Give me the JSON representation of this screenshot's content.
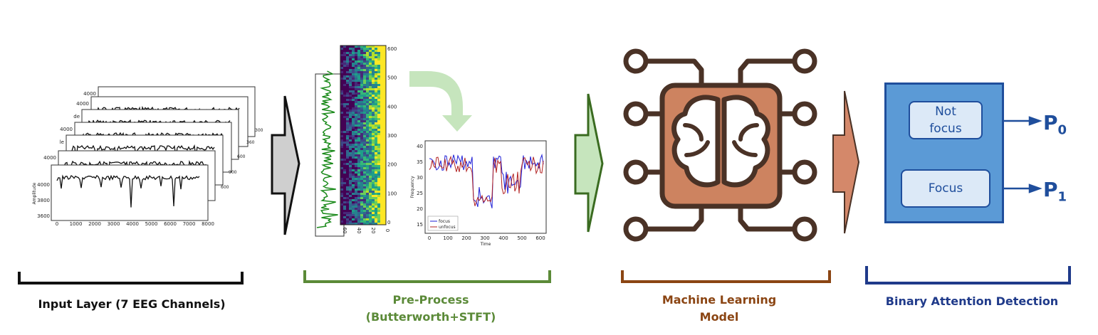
{
  "stages": {
    "input_label": "Input Layer (7 EEG Channels)",
    "preprocess_label_line1": "Pre-Process",
    "preprocess_label_line2": "(Butterworth+STFT)",
    "ml_label_line1": "Machine Learning",
    "ml_label_line2": "Model",
    "binary_label": "Binary Attention Detection"
  },
  "classes": {
    "not_focus_line1": "Not",
    "not_focus_line2": "focus",
    "focus": "Focus"
  },
  "outputs": {
    "p0_base": "P",
    "p0_sub": "0",
    "p1_base": "P",
    "p1_sub": "1"
  },
  "eeg_plot": {
    "ylabel": "Amplitude",
    "yticks": [
      "4000",
      "3800",
      "3600"
    ],
    "xticks": [
      "0",
      "1000",
      "2000",
      "3000",
      "4000",
      "5000",
      "6000",
      "7000",
      "8000"
    ],
    "back_ticks": [
      "4000",
      "4000",
      "de",
      "4000",
      "le",
      "4000"
    ],
    "side_ticks": [
      "300",
      "360",
      "600",
      "900",
      "600"
    ]
  },
  "spectrogram": {
    "right_ticks": [
      "600",
      "500",
      "400",
      "300",
      "200",
      "100",
      "0"
    ],
    "bottom_ticks": [
      "60",
      "40",
      "20",
      "0"
    ]
  },
  "focus_plot": {
    "ylabel": "Frequency",
    "xlabel": "Time",
    "yticks": [
      "40",
      "35",
      "30",
      "25",
      "20",
      "15"
    ],
    "xticks": [
      "0",
      "100",
      "200",
      "300",
      "400",
      "500",
      "600"
    ],
    "legend": [
      "focus",
      "unfocus"
    ],
    "colors": {
      "focus": "#1f1fd6",
      "unfocus": "#b22222"
    }
  },
  "colors": {
    "input_bracket": "#111111",
    "preprocess": "#5b8a38",
    "ml": "#8b4513",
    "binary": "#1f3a8a",
    "gray_arrow": "#cfcfcf",
    "green_arrow": "#c6e5bd",
    "orange_arrow": "#d4886a",
    "ml_body": "#cd8360",
    "ml_outline": "#4a3226",
    "det_box": "#5b9ad6"
  },
  "icons": [
    "chip-brain-icon",
    "curved-arrow-icon"
  ]
}
